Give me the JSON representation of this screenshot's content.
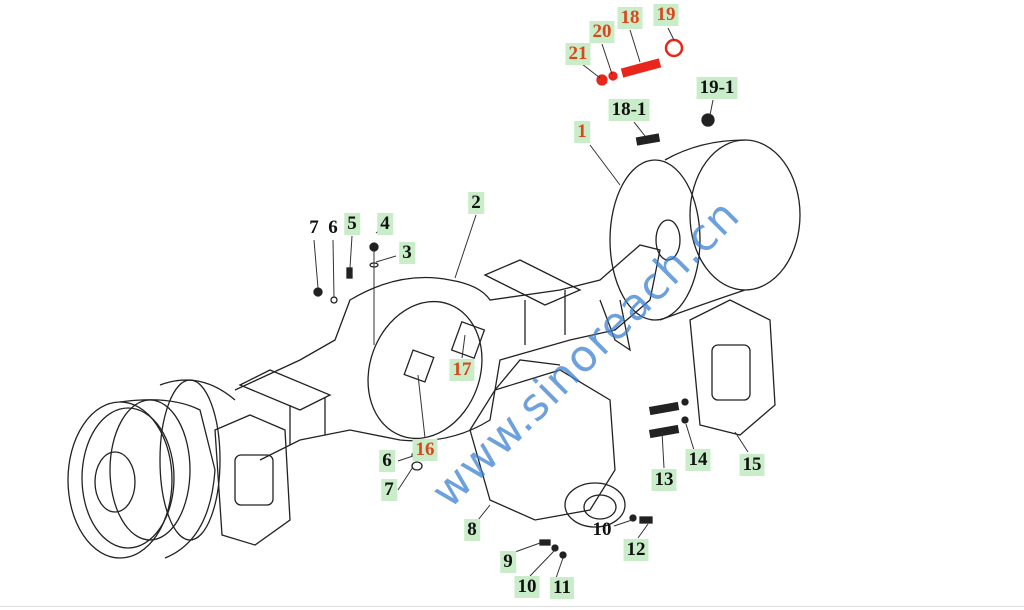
{
  "watermark": "www.sinoreach.cn",
  "callouts": [
    {
      "id": "21",
      "text": "21",
      "style": "red"
    },
    {
      "id": "20",
      "text": "20",
      "style": "red"
    },
    {
      "id": "18",
      "text": "18",
      "style": "red"
    },
    {
      "id": "19",
      "text": "19",
      "style": "red"
    },
    {
      "id": "19-1",
      "text": "19-1",
      "style": "green"
    },
    {
      "id": "18-1",
      "text": "18-1",
      "style": "green"
    },
    {
      "id": "1",
      "text": "1",
      "style": "red"
    },
    {
      "id": "2",
      "text": "2",
      "style": "green"
    },
    {
      "id": "7a",
      "text": "7",
      "style": "plain"
    },
    {
      "id": "6a",
      "text": "6",
      "style": "plain"
    },
    {
      "id": "5",
      "text": "5",
      "style": "green"
    },
    {
      "id": "4",
      "text": "4",
      "style": "green"
    },
    {
      "id": "3",
      "text": "3",
      "style": "green"
    },
    {
      "id": "17",
      "text": "17",
      "style": "red"
    },
    {
      "id": "16",
      "text": "16",
      "style": "red"
    },
    {
      "id": "6b",
      "text": "6",
      "style": "green"
    },
    {
      "id": "7b",
      "text": "7",
      "style": "green"
    },
    {
      "id": "8",
      "text": "8",
      "style": "green"
    },
    {
      "id": "9",
      "text": "9",
      "style": "green"
    },
    {
      "id": "10a",
      "text": "10",
      "style": "green"
    },
    {
      "id": "11",
      "text": "11",
      "style": "green"
    },
    {
      "id": "10b",
      "text": "10",
      "style": "plain"
    },
    {
      "id": "12",
      "text": "12",
      "style": "green"
    },
    {
      "id": "13",
      "text": "13",
      "style": "green"
    },
    {
      "id": "14",
      "text": "14",
      "style": "green"
    },
    {
      "id": "15",
      "text": "15",
      "style": "green"
    }
  ]
}
